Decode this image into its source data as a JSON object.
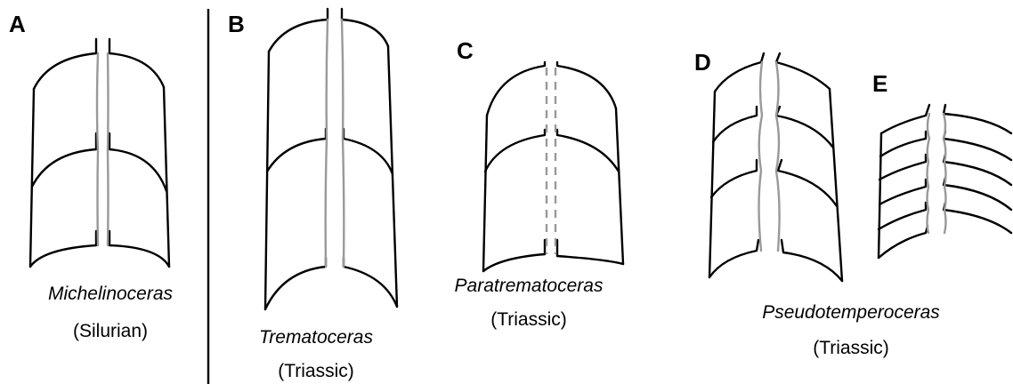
{
  "panels": [
    {
      "letter": "A",
      "genus": "Michelinoceras",
      "period": "(Silurian)"
    },
    {
      "letter": "B",
      "genus": "Trematoceras",
      "period": "(Triassic)"
    },
    {
      "letter": "C",
      "genus": "Paratrematoceras",
      "period": "(Triassic)"
    },
    {
      "letter": "D",
      "genus": "Pseudotemperoceras",
      "period": "(Triassic)"
    },
    {
      "letter": "E",
      "genus": "",
      "period": ""
    }
  ],
  "colors": {
    "walls": "#000000",
    "siphuncle": "#999999",
    "background": "#ffffff"
  }
}
